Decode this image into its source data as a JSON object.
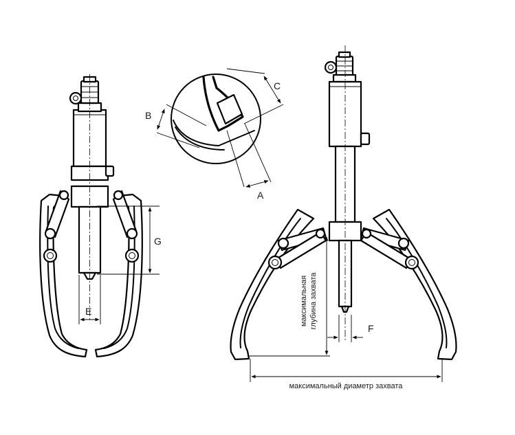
{
  "labels": {
    "a": "A",
    "b": "B",
    "c": "C",
    "e": "E",
    "f": "F",
    "g": "G",
    "max_depth_line1": "максимальная",
    "max_depth_line2": "глубина захвата",
    "max_diameter": "максимальный диаметр захвата"
  },
  "colors": {
    "line": "#000000",
    "background": "#ffffff"
  }
}
